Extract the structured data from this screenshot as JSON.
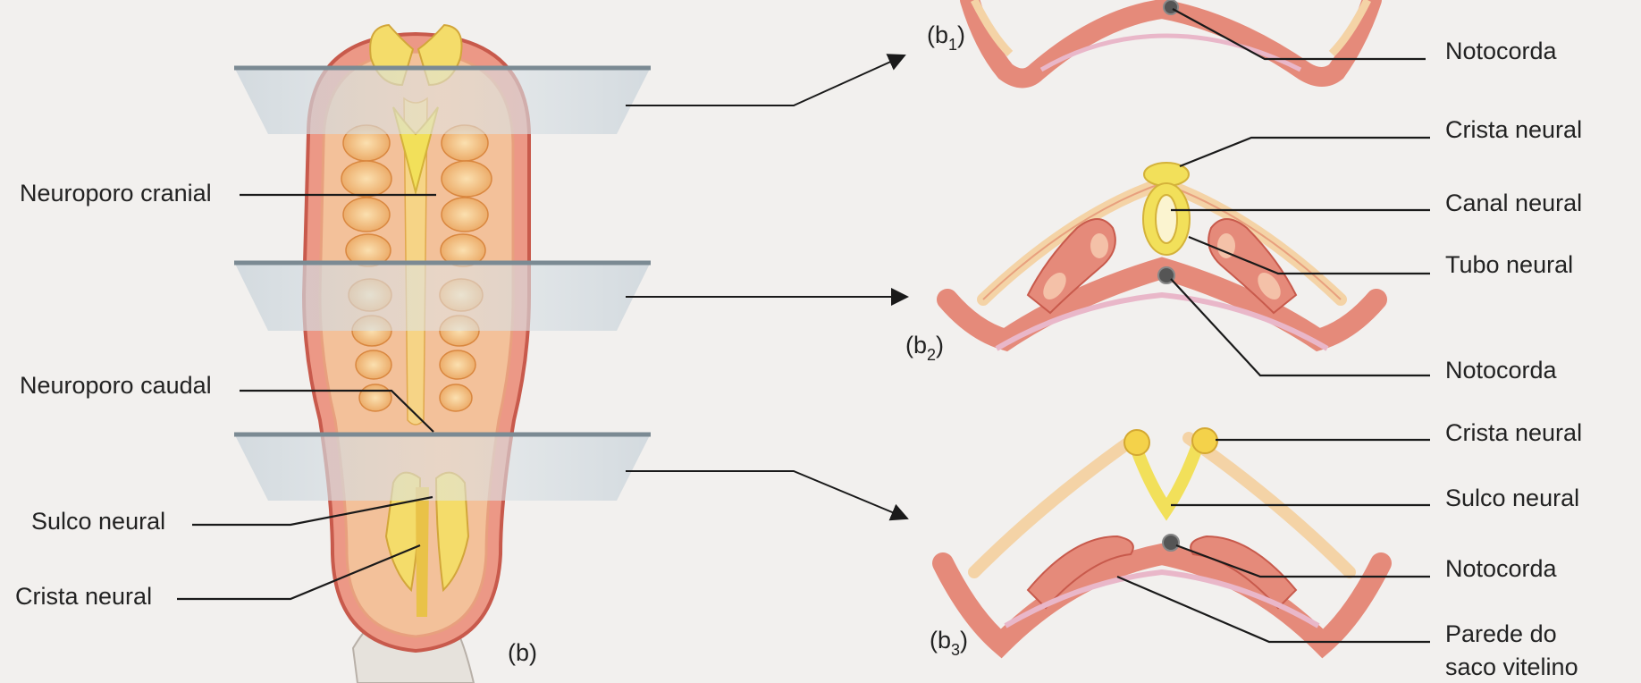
{
  "main_figure": {
    "panel_label": "(b)",
    "labels": {
      "neuroporo_cranial": "Neuroporo cranial",
      "neuroporo_caudal": "Neuroporo caudal",
      "sulco_neural": "Sulco neural",
      "crista_neural": "Crista neural"
    }
  },
  "section_b1": {
    "panel_prefix": "(b",
    "panel_sub": "1",
    "panel_suffix": ")",
    "labels": {
      "notocorda": "Notocorda"
    }
  },
  "section_b2": {
    "panel_prefix": "(b",
    "panel_sub": "2",
    "panel_suffix": ")",
    "labels": {
      "crista_neural": "Crista neural",
      "canal_neural": "Canal neural",
      "tubo_neural": "Tubo neural",
      "notocorda": "Notocorda"
    }
  },
  "section_b3": {
    "panel_prefix": "(b",
    "panel_sub": "3",
    "panel_suffix": ")",
    "labels": {
      "crista_neural": "Crista neural",
      "sulco_neural": "Sulco neural",
      "notocorda": "Notocorda",
      "parede_line1": "Parede do",
      "parede_line2": "saco vitelino"
    }
  },
  "colors": {
    "ectoderm": "#f4d3a6",
    "mesoderm": "#e58a7a",
    "neural": "#f2e05a",
    "somite": "#f0b06a",
    "plane": "#b9c6cf",
    "yolk_wall": "#e9b7c9"
  }
}
